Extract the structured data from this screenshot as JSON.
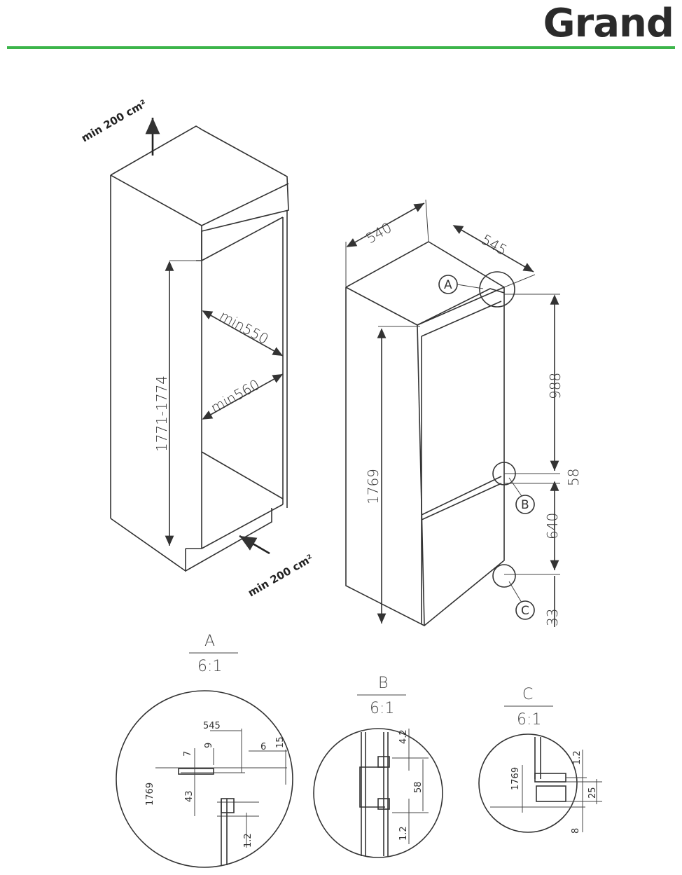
{
  "brand": {
    "logo_text": "Grand",
    "rule_color": "#3cb54a"
  },
  "niche": {
    "vent_top": "min 200 cm²",
    "vent_bottom": "min 200 cm²",
    "height": "1771-1774",
    "depth": "min550",
    "width": "min560"
  },
  "appliance": {
    "width": "540",
    "depth": "545",
    "height": "1769",
    "upper": "988",
    "gap": "58",
    "lower": "640",
    "plinth": "33",
    "callouts": [
      "A",
      "B",
      "C"
    ]
  },
  "details": {
    "A": {
      "label": "A",
      "scale": "6:1",
      "dims": [
        "545",
        "7",
        "9",
        "6",
        "15",
        "1769",
        "43",
        "1.2"
      ]
    },
    "B": {
      "label": "B",
      "scale": "6:1",
      "dims": [
        "4.2",
        "58",
        "1.2"
      ]
    },
    "C": {
      "label": "C",
      "scale": "6:1",
      "dims": [
        "1.2",
        "1769",
        "25",
        "8"
      ]
    }
  }
}
